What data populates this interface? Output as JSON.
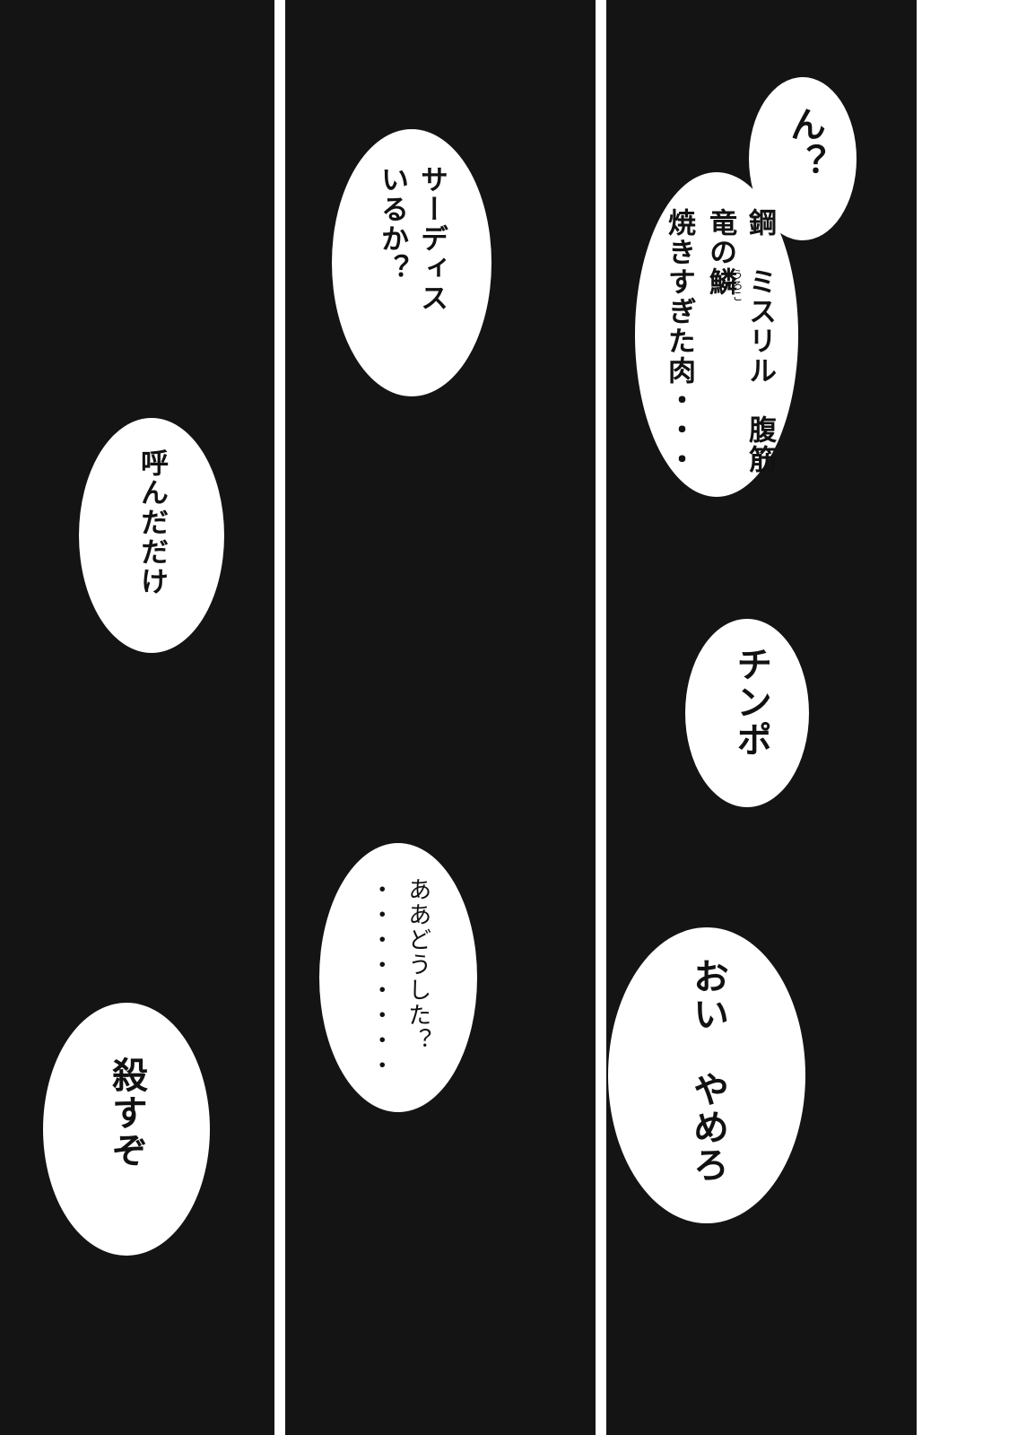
{
  "bubbles": {
    "hmm": "ん？",
    "list_line1": "鋼　ミスリル　腹筋",
    "list_line2": "竜の鱗",
    "list_line3": "焼きすぎた肉・・・・",
    "list_ruby": "うろこ",
    "chinpo": "チンポ",
    "oi": "おい　やめろ",
    "sadis_line1": "サーディス",
    "sadis_line2": "いるか？",
    "aa_line1": "ああどうした？",
    "aa_line2": "・・・・・・・・",
    "yonda": "呼んだだけ",
    "korosu": "殺すぞ"
  }
}
